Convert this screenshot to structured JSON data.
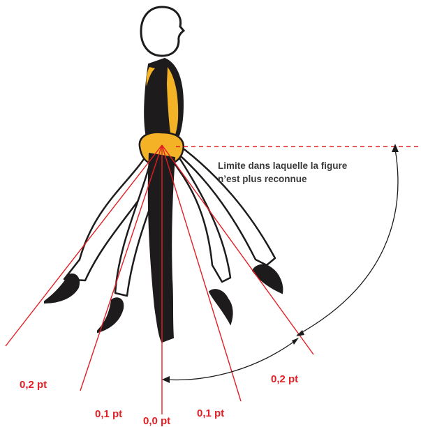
{
  "colors": {
    "body": "#1e1b1c",
    "highlight": "#f4b227",
    "line": "#e31e24",
    "label": "#e31e24",
    "note": "#3a3a3a"
  },
  "annotation": {
    "line1": "Limite dans laquelle la figure",
    "line2": "n’est plus reconnue"
  },
  "angle_labels": [
    {
      "text": "0,2 pt"
    },
    {
      "text": "0,1 pt"
    },
    {
      "text": "0,0 pt"
    },
    {
      "text": "0,1 pt"
    },
    {
      "text": "0,2 pt"
    }
  ]
}
